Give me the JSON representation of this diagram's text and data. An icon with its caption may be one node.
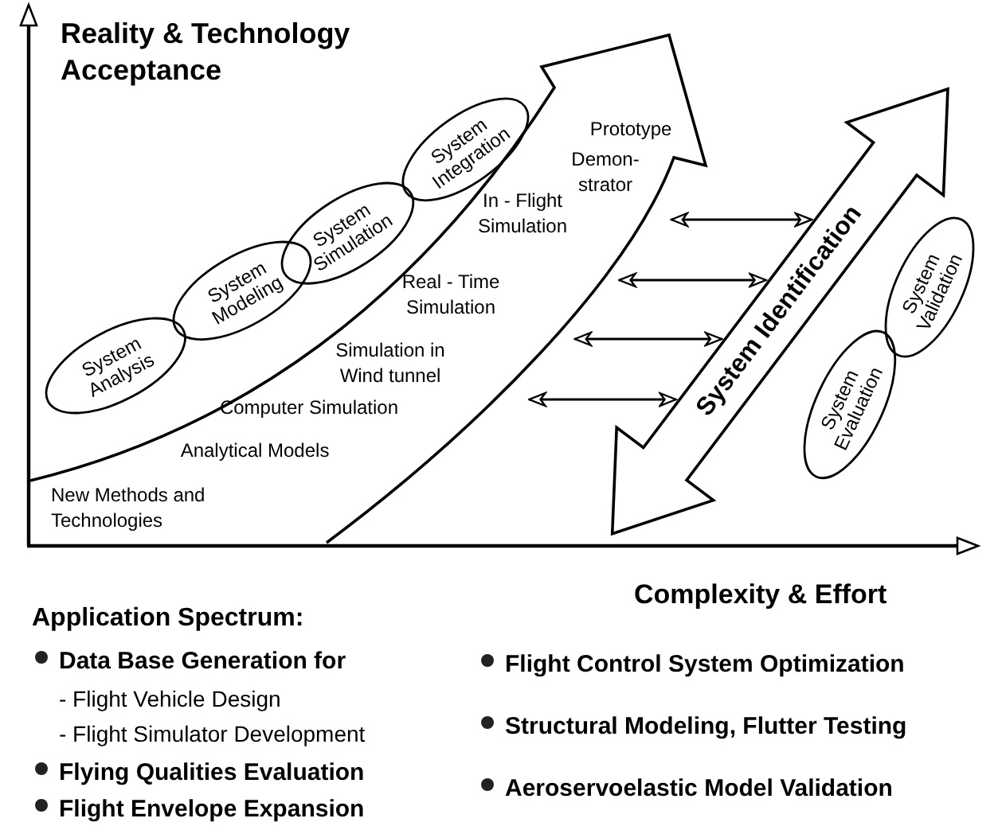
{
  "diagram": {
    "nodes": [
      {
        "text": [
          "System Analysis"
        ]
      },
      {
        "text": [
          "System Modeling"
        ]
      },
      {
        "text": [
          "System Simulation"
        ]
      },
      {
        "text": [
          "System Integration"
        ]
      },
      {
        "text": [
          "System Identification"
        ]
      },
      {
        "text": [
          "System Evaluation"
        ]
      },
      {
        "text": [
          "System Validation"
        ]
      }
    ],
    "edges": [
      {
        "from": null,
        "to": 4,
        "arrow": "both"
      },
      {
        "from": null,
        "to": 4,
        "arrow": "both"
      },
      {
        "from": null,
        "to": 4,
        "arrow": "both"
      },
      {
        "from": null,
        "to": 4,
        "arrow": "both"
      }
    ],
    "labels": [
      "Reality & Technology Acceptance",
      "Prototype",
      "Demon- strator",
      "In - Flight Simulation",
      "Real - Time Simulation",
      "Simulation in Wind tunnel",
      "Computer Simulation",
      "Analytical Models",
      "New Methods and Technologies",
      "Complexity & Effort",
      "Application Spectrum:",
      "Data Base Generation for",
      "- Flight Vehicle Design",
      "- Flight Simulator Development",
      "Flying Qualities Evaluation",
      "Flight Envelope Expansion",
      "Flight Control System Optimization",
      "Structural Modeling, Flutter Testing",
      "Aeroservoelastic Model Validation"
    ]
  }
}
